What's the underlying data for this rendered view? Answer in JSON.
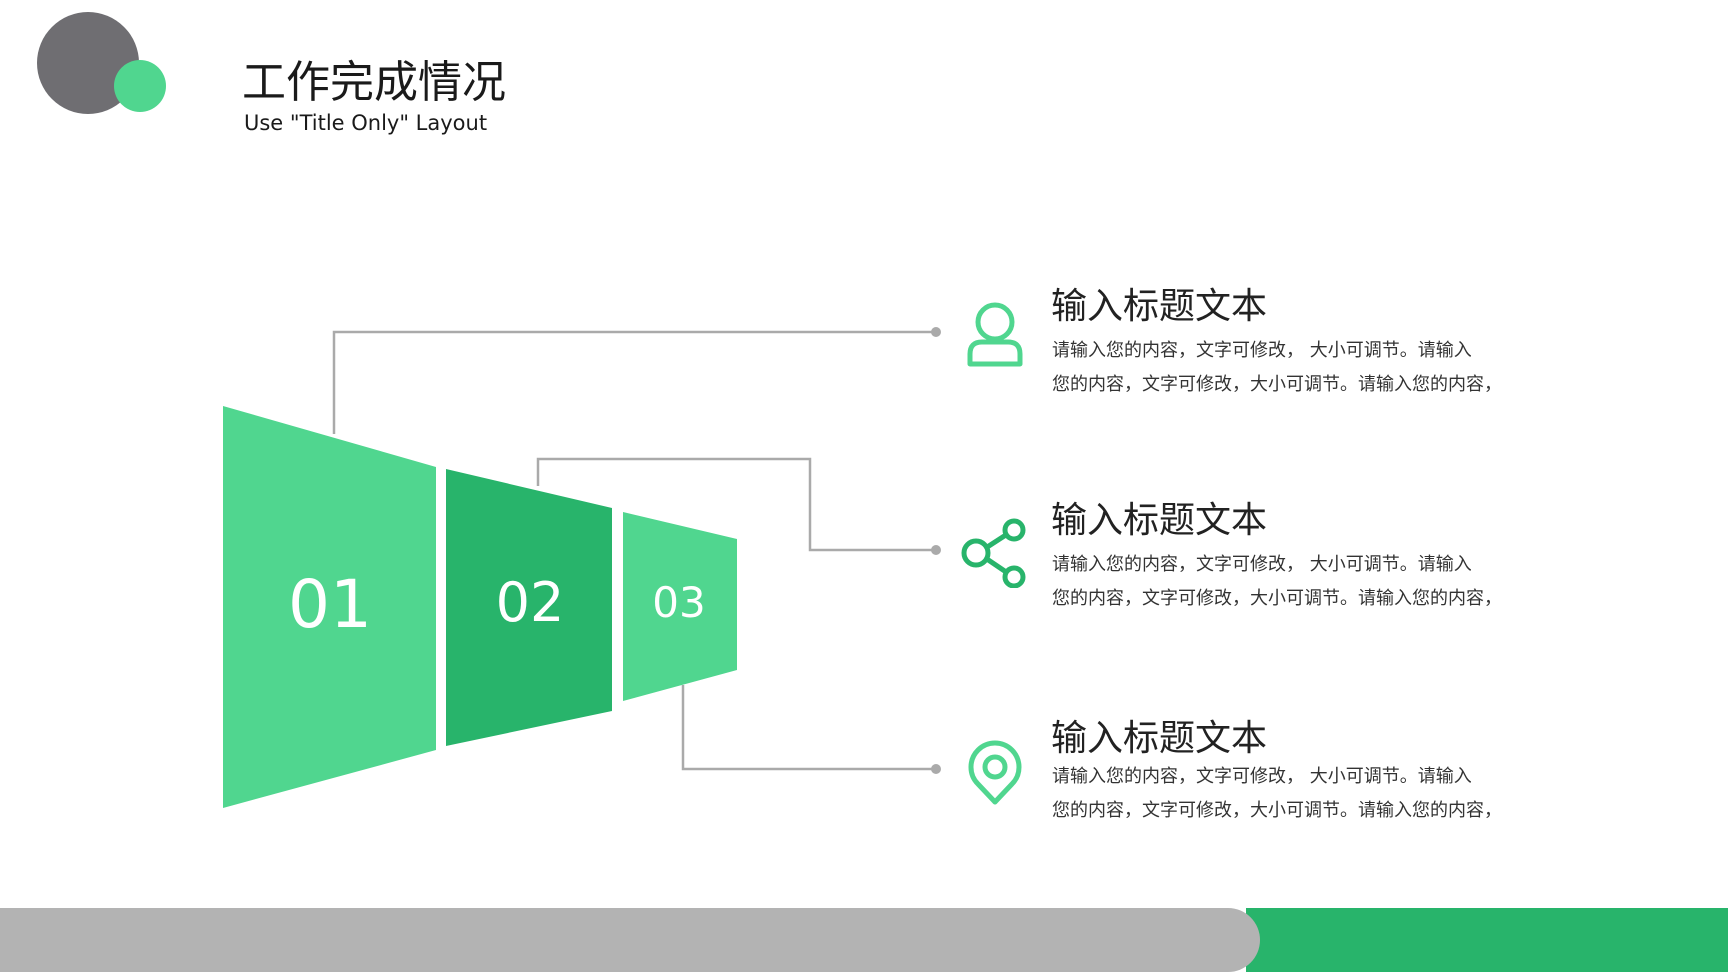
{
  "header": {
    "title": "工作完成情况",
    "subtitle": "Use \"Title Only\" Layout"
  },
  "colors": {
    "light_green": "#50d68f",
    "dark_green": "#28b46b",
    "logo_gray": "#6f6e72",
    "footer_gray": "#b3b3b3",
    "connector_gray": "#aaaaaa"
  },
  "segments": [
    {
      "number": "01"
    },
    {
      "number": "02"
    },
    {
      "number": "03"
    }
  ],
  "items": [
    {
      "icon": "user-icon",
      "title": "输入标题文本",
      "line1": "请输入您的内容，文字可修改， 大小可调节。请输入",
      "line2": "您的内容，文字可修改，大小可调节。请输入您的内容，"
    },
    {
      "icon": "share-icon",
      "title": "输入标题文本",
      "line1": "请输入您的内容，文字可修改， 大小可调节。请输入",
      "line2": "您的内容，文字可修改，大小可调节。请输入您的内容，"
    },
    {
      "icon": "location-pin-icon",
      "title": "输入标题文本",
      "line1": "请输入您的内容，文字可修改， 大小可调节。请输入",
      "line2": "您的内容，文字可修改，大小可调节。请输入您的内容，"
    }
  ]
}
